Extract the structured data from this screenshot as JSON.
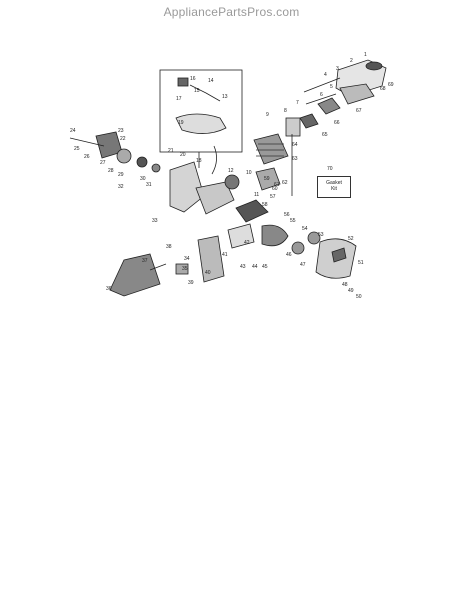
{
  "watermark": "AppliancePartsPros.com",
  "kit": {
    "number": "70",
    "line1": "Gasket",
    "line2": "Kit"
  },
  "callouts": [
    {
      "id": "c1",
      "text": "1"
    },
    {
      "id": "c2",
      "text": "2"
    },
    {
      "id": "c3",
      "text": "3"
    },
    {
      "id": "c4",
      "text": "4"
    },
    {
      "id": "c5",
      "text": "5"
    },
    {
      "id": "c6",
      "text": "6"
    },
    {
      "id": "c7",
      "text": "7"
    },
    {
      "id": "c8",
      "text": "8"
    },
    {
      "id": "c9",
      "text": "9"
    },
    {
      "id": "c10",
      "text": "10"
    },
    {
      "id": "c11",
      "text": "11"
    },
    {
      "id": "c12",
      "text": "12"
    },
    {
      "id": "c13",
      "text": "13"
    },
    {
      "id": "c14",
      "text": "14"
    },
    {
      "id": "c15",
      "text": "15"
    },
    {
      "id": "c16",
      "text": "16"
    },
    {
      "id": "c17",
      "text": "17"
    },
    {
      "id": "c18",
      "text": "18"
    },
    {
      "id": "c19",
      "text": "19"
    },
    {
      "id": "c20",
      "text": "20"
    },
    {
      "id": "c21",
      "text": "21"
    },
    {
      "id": "c22",
      "text": "22"
    },
    {
      "id": "c23",
      "text": "23"
    },
    {
      "id": "c24",
      "text": "24"
    },
    {
      "id": "c25",
      "text": "25"
    },
    {
      "id": "c26",
      "text": "26"
    },
    {
      "id": "c27",
      "text": "27"
    },
    {
      "id": "c28",
      "text": "28"
    },
    {
      "id": "c29",
      "text": "29"
    },
    {
      "id": "c30",
      "text": "30"
    },
    {
      "id": "c31",
      "text": "31"
    },
    {
      "id": "c32",
      "text": "32"
    },
    {
      "id": "c33",
      "text": "33"
    },
    {
      "id": "c34",
      "text": "34"
    },
    {
      "id": "c35",
      "text": "35"
    },
    {
      "id": "c36",
      "text": "36"
    },
    {
      "id": "c37",
      "text": "37"
    },
    {
      "id": "c38",
      "text": "38"
    },
    {
      "id": "c39",
      "text": "39"
    },
    {
      "id": "c40",
      "text": "40"
    },
    {
      "id": "c41",
      "text": "41"
    },
    {
      "id": "c42",
      "text": "42"
    },
    {
      "id": "c43",
      "text": "43"
    },
    {
      "id": "c44",
      "text": "44"
    },
    {
      "id": "c45",
      "text": "45"
    },
    {
      "id": "c46",
      "text": "46"
    },
    {
      "id": "c47",
      "text": "47"
    },
    {
      "id": "c48",
      "text": "48"
    },
    {
      "id": "c49",
      "text": "49"
    },
    {
      "id": "c50",
      "text": "50"
    },
    {
      "id": "c51",
      "text": "51"
    },
    {
      "id": "c52",
      "text": "52"
    },
    {
      "id": "c53",
      "text": "53"
    },
    {
      "id": "c54",
      "text": "54"
    },
    {
      "id": "c55",
      "text": "55"
    },
    {
      "id": "c56",
      "text": "56"
    },
    {
      "id": "c57",
      "text": "57"
    },
    {
      "id": "c58",
      "text": "58"
    },
    {
      "id": "c59",
      "text": "59"
    },
    {
      "id": "c60",
      "text": "60"
    },
    {
      "id": "c61",
      "text": "61"
    },
    {
      "id": "c62",
      "text": "62"
    },
    {
      "id": "c63",
      "text": "63"
    },
    {
      "id": "c64",
      "text": "64"
    },
    {
      "id": "c65",
      "text": "65"
    },
    {
      "id": "c66",
      "text": "66"
    },
    {
      "id": "c67",
      "text": "67"
    },
    {
      "id": "c68",
      "text": "68"
    },
    {
      "id": "c69",
      "text": "69"
    }
  ]
}
